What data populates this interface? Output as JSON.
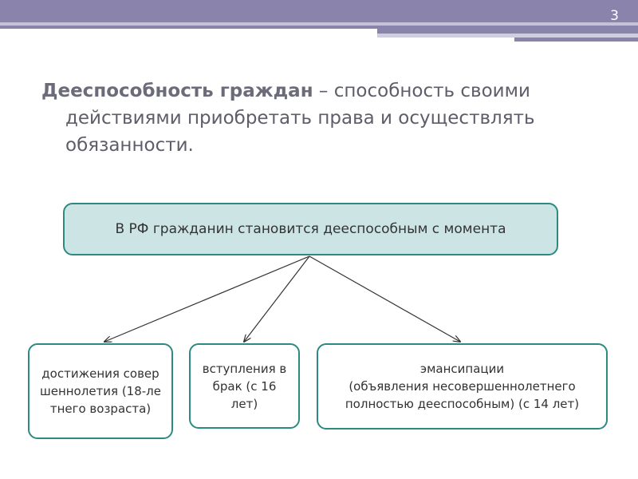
{
  "slide": {
    "page_number": "3"
  },
  "definition": {
    "term": "Дееспособность граждан",
    "dash": " – ",
    "line1_rest": "способность своими",
    "line2": "действиями приобретать права и осуществлять",
    "line3": "обязанности."
  },
  "diagram": {
    "root": "В РФ гражданин становится дееспособным с момента",
    "children": [
      {
        "text": "достижения совершеннолетия (18-летнего возраста)"
      },
      {
        "text": "вступления в брак (с 16 лет)"
      },
      {
        "text": "эмансипации\n(объявления несовершеннолетнего полностью дееспособным) (с 14 лет)"
      }
    ],
    "colors": {
      "border": "#2d8a80",
      "root_fill": "#cde4e4",
      "arrow": "#333333"
    }
  },
  "theme": {
    "header_color": "#8a84ad"
  }
}
